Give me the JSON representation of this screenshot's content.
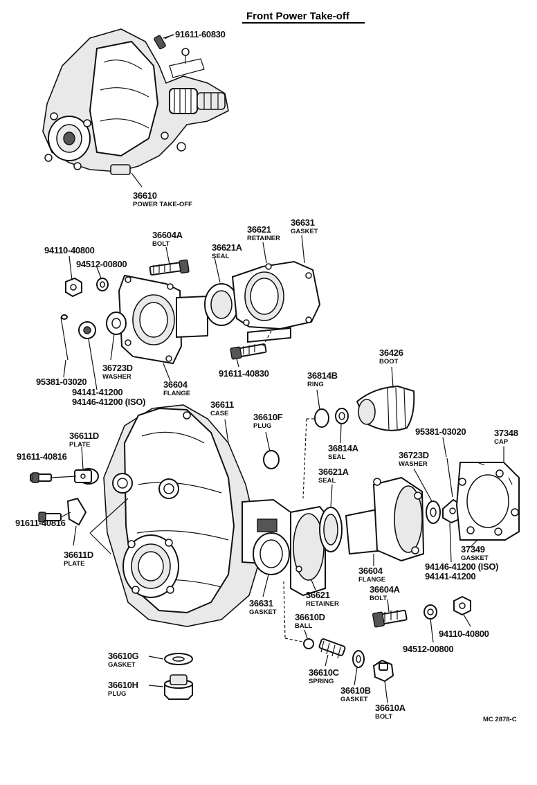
{
  "title": "Front Power Take-off",
  "figure_code": "MC 2878-C",
  "parts": [
    {
      "number": "91611-60830",
      "desc": ""
    },
    {
      "number": "36610",
      "desc": "POWER TAKE-OFF"
    },
    {
      "number": "36604A",
      "desc": "BOLT"
    },
    {
      "number": "36621",
      "desc": "RETAINER"
    },
    {
      "number": "36631",
      "desc": "GASKET"
    },
    {
      "number": "94110-40800",
      "desc": ""
    },
    {
      "number": "94512-00800",
      "desc": ""
    },
    {
      "number": "36621A",
      "desc": "SEAL"
    },
    {
      "number": "95381-03020",
      "desc": ""
    },
    {
      "number": "36723D",
      "desc": "WASHER"
    },
    {
      "number": "36604",
      "desc": "FLANGE"
    },
    {
      "number": "94141-41200",
      "desc": ""
    },
    {
      "number": "94146-41200 (ISO)",
      "desc": ""
    },
    {
      "number": "91611-40830",
      "desc": ""
    },
    {
      "number": "36426",
      "desc": "BOOT"
    },
    {
      "number": "36814B",
      "desc": "RING"
    },
    {
      "number": "36611",
      "desc": "CASE"
    },
    {
      "number": "36610F",
      "desc": "PLUG"
    },
    {
      "number": "36611D",
      "desc": "PLATE"
    },
    {
      "number": "91611-40816",
      "desc": ""
    },
    {
      "number": "36814A",
      "desc": "SEAL"
    },
    {
      "number": "95381-03020",
      "desc": ""
    },
    {
      "number": "37348",
      "desc": "CAP"
    },
    {
      "number": "36723D",
      "desc": "WASHER"
    },
    {
      "number": "36621A",
      "desc": "SEAL"
    },
    {
      "number": "91611-40816",
      "desc": ""
    },
    {
      "number": "36611D",
      "desc": "PLATE"
    },
    {
      "number": "37349",
      "desc": "GASKET"
    },
    {
      "number": "94146-41200 (ISO)",
      "desc": ""
    },
    {
      "number": "94141-41200",
      "desc": ""
    },
    {
      "number": "36604",
      "desc": "FLANGE"
    },
    {
      "number": "36631",
      "desc": "GASKET"
    },
    {
      "number": "36621",
      "desc": "RETAINER"
    },
    {
      "number": "36604A",
      "desc": "BOLT"
    },
    {
      "number": "36610D",
      "desc": "BALL"
    },
    {
      "number": "94110-40800",
      "desc": ""
    },
    {
      "number": "94512-00800",
      "desc": ""
    },
    {
      "number": "36610G",
      "desc": "GASKET"
    },
    {
      "number": "36610C",
      "desc": "SPRING"
    },
    {
      "number": "36610H",
      "desc": "PLUG"
    },
    {
      "number": "36610B",
      "desc": "GASKET"
    },
    {
      "number": "36610A",
      "desc": "BOLT"
    }
  ]
}
